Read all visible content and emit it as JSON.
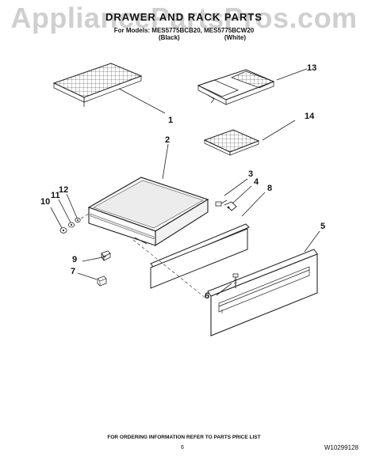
{
  "watermark": "AppliancePartsPros.com",
  "header": {
    "title": "DRAWER AND RACK PARTS",
    "models": "For Models: MES5775BCB20, MES5775BCW20",
    "variant_black": "(Black)",
    "variant_white": "(White)"
  },
  "callouts": [
    "1",
    "2",
    "3",
    "4",
    "5",
    "6",
    "7",
    "8",
    "9",
    "10",
    "11",
    "12",
    "13",
    "14"
  ],
  "footer": {
    "note": "FOR ORDERING INFORMATION REFER TO PARTS PRICE LIST",
    "page": "6",
    "doc_number": "W10299128"
  }
}
